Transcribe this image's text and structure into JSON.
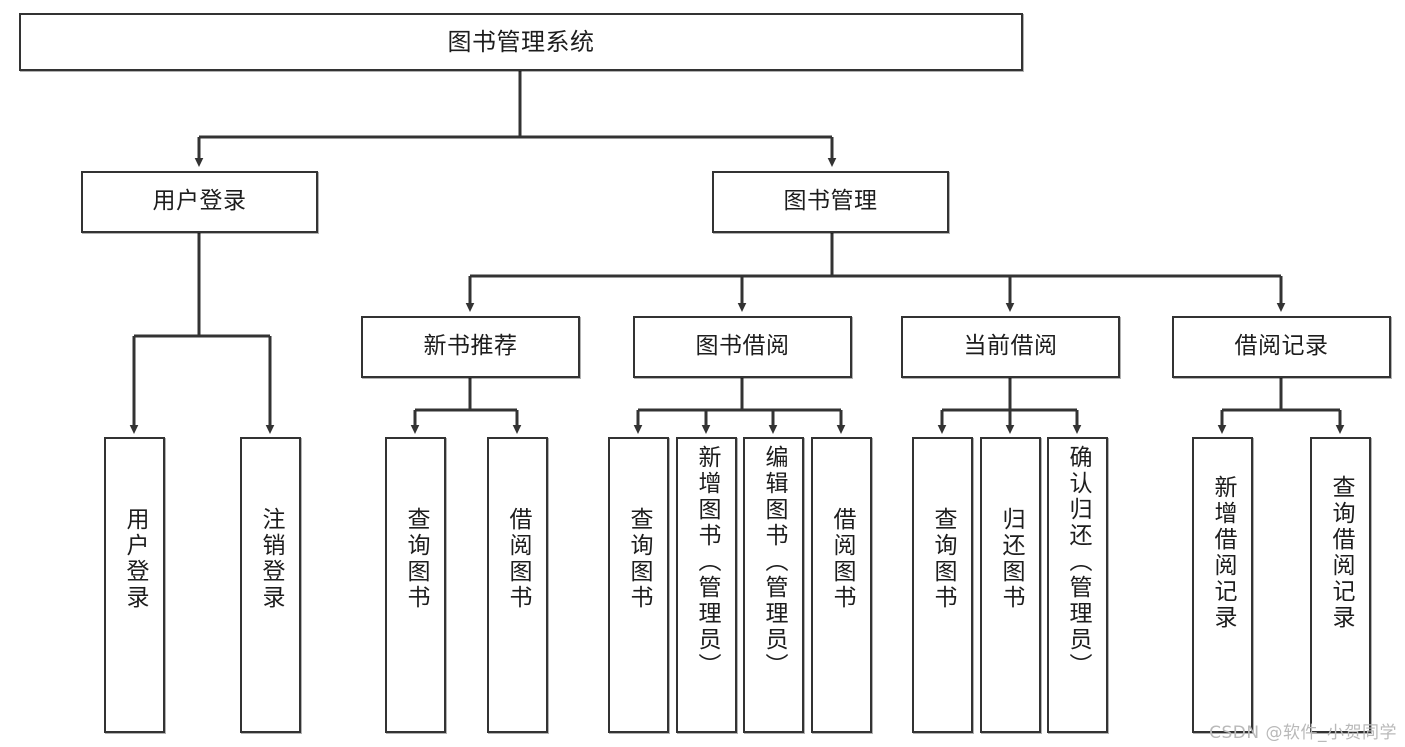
{
  "diagram": {
    "type": "tree",
    "title": "图书管理系统",
    "orientation": "top-down",
    "colors": {
      "box_border": "#333333",
      "box_fill": "#ffffff",
      "edge": "#333333",
      "text": "#1d1d1d",
      "watermark": "#b9b9b9",
      "background": "#ffffff"
    },
    "nodes": {
      "root": {
        "label": "图书管理系统"
      },
      "level2": [
        {
          "label": "用户登录"
        },
        {
          "label": "图书管理"
        }
      ],
      "level3": [
        {
          "label": "新书推荐"
        },
        {
          "label": "图书借阅"
        },
        {
          "label": "当前借阅"
        },
        {
          "label": "借阅记录"
        }
      ],
      "leaves_user_login": [
        {
          "label": "用户登录"
        },
        {
          "label": "注销登录"
        }
      ],
      "leaves_new_book": [
        {
          "label": "查询图书"
        },
        {
          "label": "借阅图书"
        }
      ],
      "leaves_borrow": [
        {
          "label": "查询图书"
        },
        {
          "label": "新增图书（管理员）"
        },
        {
          "label": "编辑图书（管理员）"
        },
        {
          "label": "借阅图书"
        }
      ],
      "leaves_current": [
        {
          "label": "查询图书"
        },
        {
          "label": "归还图书"
        },
        {
          "label": "确认归还（管理员）"
        }
      ],
      "leaves_records": [
        {
          "label": "新增借阅记录"
        },
        {
          "label": "查询借阅记录"
        }
      ]
    }
  },
  "watermark": {
    "text": "CSDN @软件_小贺同学"
  }
}
